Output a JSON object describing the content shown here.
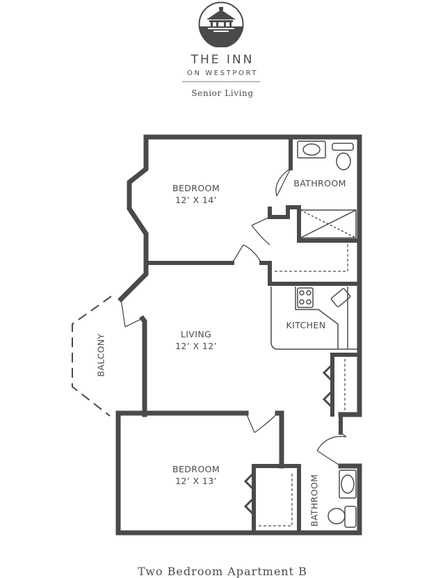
{
  "brand": {
    "name": "THE INN",
    "subname": "ON WESTPORT",
    "tagline": "Senior Living",
    "logo_icon": "pagoda-emblem-icon",
    "color": "#4a4a4c"
  },
  "rooms": {
    "bedroom1": {
      "name": "BEDROOM",
      "size": "12’ X 14’"
    },
    "bathroom1": {
      "name": "BATHROOM"
    },
    "living": {
      "name": "LIVING",
      "size": "12’ X 12’"
    },
    "kitchen": {
      "name": "KITCHEN"
    },
    "balcony": {
      "name": "BALCONY"
    },
    "bedroom2": {
      "name": "BEDROOM",
      "size": "12’ X 13’"
    },
    "bathroom2": {
      "name": "BATHROOM"
    }
  },
  "footer": {
    "caption": "Two Bedroom Apartment B"
  },
  "colors": {
    "wall": "#4a4a4c",
    "background": "#ffffff"
  }
}
